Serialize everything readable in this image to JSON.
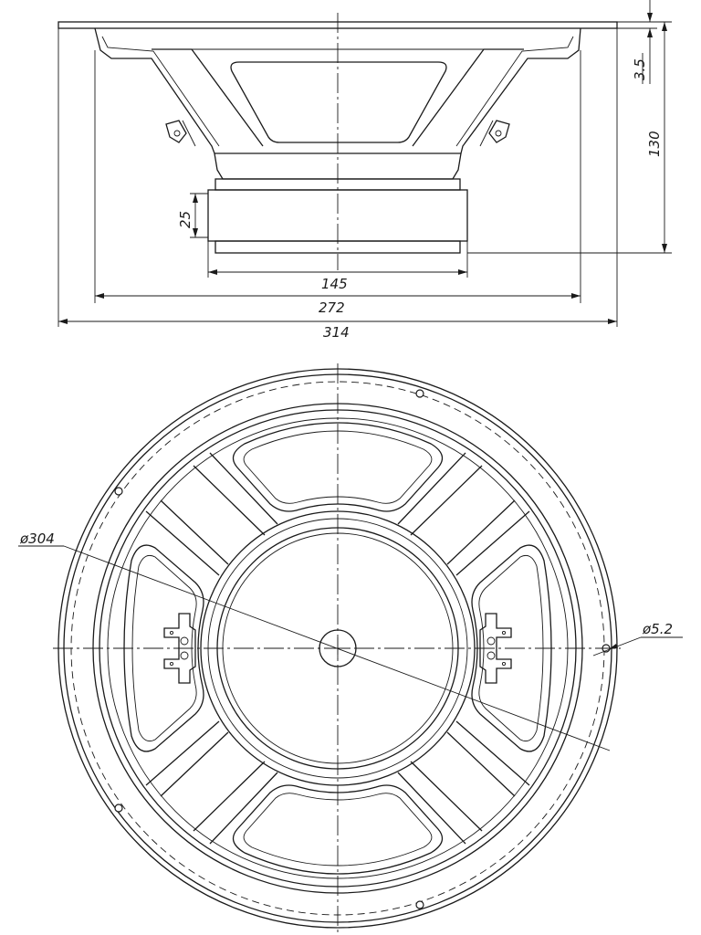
{
  "drawing": {
    "dimensions": {
      "overall_width": "314",
      "basket_width": "272",
      "magnet_width": "145",
      "magnet_height": "25",
      "total_depth": "130",
      "flange_thickness": "3.5",
      "frame_diameter": "ø304",
      "mounting_hole_diameter": "ø5.2"
    },
    "line_color": "#1a1a1a",
    "background_color": "#ffffff"
  }
}
